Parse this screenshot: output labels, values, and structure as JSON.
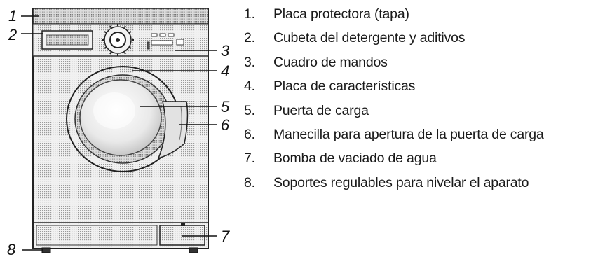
{
  "callouts": {
    "c1": "1",
    "c2": "2",
    "c3": "3",
    "c4": "4",
    "c5": "5",
    "c6": "6",
    "c7": "7",
    "c8": "8"
  },
  "legend": [
    {
      "num": "1.",
      "text": "Placa protectora (tapa)"
    },
    {
      "num": "2.",
      "text": "Cubeta del detergente y aditivos"
    },
    {
      "num": "3.",
      "text": "Cuadro de mandos"
    },
    {
      "num": "4.",
      "text": "Placa de características"
    },
    {
      "num": "5.",
      "text": "Puerta de carga"
    },
    {
      "num": "6.",
      "text": "Manecilla para apertura de la puerta de carga"
    },
    {
      "num": "7.",
      "text": "Bomba de vaciado de agua"
    },
    {
      "num": "8.",
      "text": "Soportes regulables para nivelar el aparato"
    }
  ]
}
